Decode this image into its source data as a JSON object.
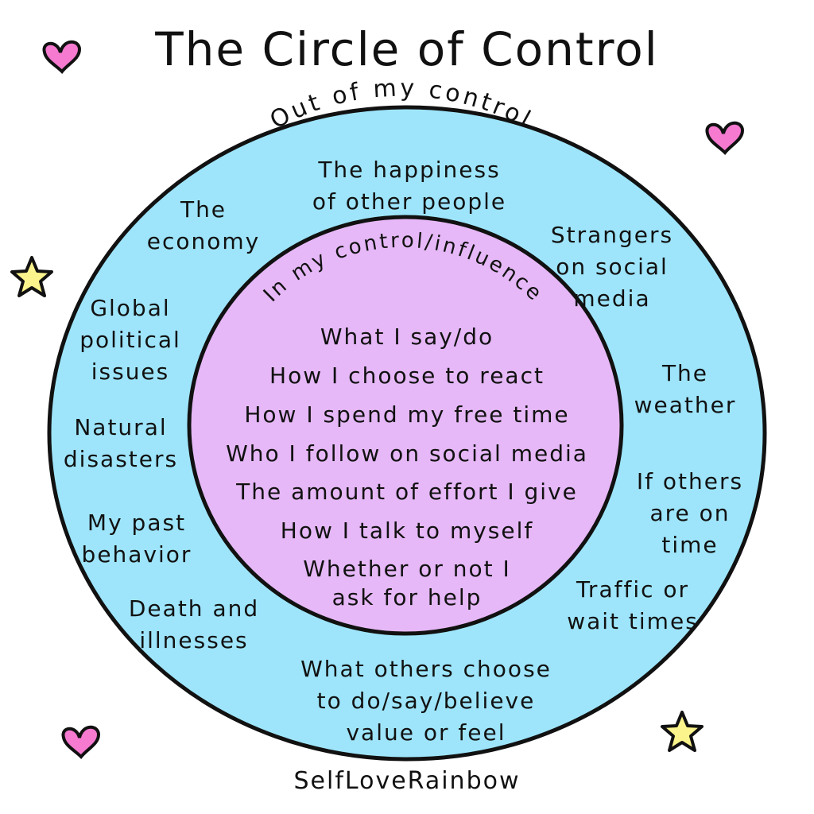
{
  "title": "The Circle of Control",
  "footer": "SelfLoveRainbow",
  "colors": {
    "outer_fill": "#9ee5fb",
    "inner_fill": "#e6b8f7",
    "outline": "#111111",
    "heart": "#f57ad0",
    "star": "#fbf48c"
  },
  "outer_circle": {
    "heading": "Out of my control",
    "items": [
      {
        "key": "happiness",
        "lines": [
          "The happiness",
          "of other people"
        ]
      },
      {
        "key": "economy",
        "lines": [
          "The",
          "economy"
        ]
      },
      {
        "key": "strangers",
        "lines": [
          "Strangers",
          "on social",
          "media"
        ]
      },
      {
        "key": "global",
        "lines": [
          "Global",
          "political",
          "issues"
        ]
      },
      {
        "key": "weather",
        "lines": [
          "The",
          "weather"
        ]
      },
      {
        "key": "natural",
        "lines": [
          "Natural",
          "disasters"
        ]
      },
      {
        "key": "others-time",
        "lines": [
          "If others",
          "are on",
          "time"
        ]
      },
      {
        "key": "past",
        "lines": [
          "My past",
          "behavior"
        ]
      },
      {
        "key": "traffic",
        "lines": [
          "Traffic or",
          "wait times"
        ]
      },
      {
        "key": "death",
        "lines": [
          "Death and",
          "illnesses"
        ]
      },
      {
        "key": "others-choose",
        "lines": [
          "What others choose",
          "to do/say/believe",
          "value or feel"
        ]
      }
    ]
  },
  "inner_circle": {
    "heading": "In my control/influence",
    "items": [
      {
        "lines": [
          "What I say/do"
        ]
      },
      {
        "lines": [
          "How I choose to react"
        ]
      },
      {
        "lines": [
          "How I spend my free time"
        ]
      },
      {
        "lines": [
          "Who I follow on social media"
        ]
      },
      {
        "lines": [
          "The amount of effort I give"
        ]
      },
      {
        "lines": [
          "How I talk to myself"
        ]
      },
      {
        "lines": [
          "Whether or not I",
          "ask for help"
        ]
      }
    ]
  }
}
